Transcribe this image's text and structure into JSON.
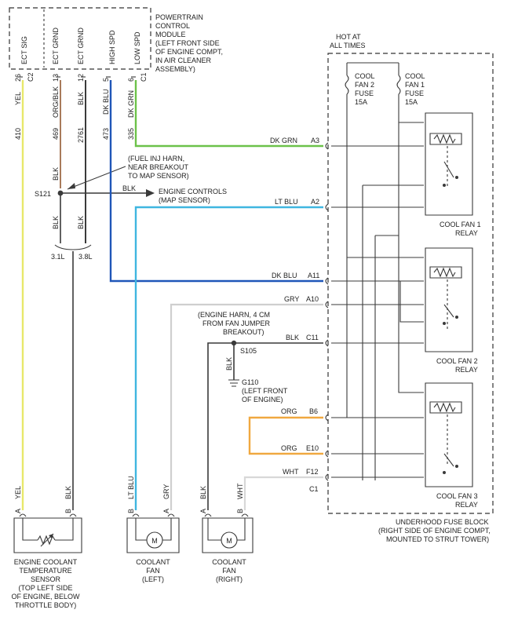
{
  "pcm": {
    "title_lines": [
      "POWERTRAIN",
      "CONTROL",
      "MODULE",
      "(LEFT FRONT SIDE",
      "OF ENGINE COMPT,",
      "IN AIR CLEANER",
      "ASSEMBLY)"
    ],
    "pins": [
      {
        "name": "ECT SIG",
        "pin": "26",
        "conn": "C2",
        "wire": "YEL",
        "circuit": "410"
      },
      {
        "name": "ECT GRND",
        "pin": "13",
        "conn": "",
        "wire": "ORG/BLK",
        "circuit": "469"
      },
      {
        "name": "ECT GRND",
        "pin": "12",
        "conn": "",
        "wire": "BLK",
        "circuit": "2761"
      },
      {
        "name": "HIGH SPD",
        "pin": "5",
        "conn": "",
        "wire": "DK BLU",
        "circuit": "473"
      },
      {
        "name": "LOW SPD",
        "pin": "6",
        "conn": "C1",
        "wire": "DK GRN",
        "circuit": "335"
      }
    ]
  },
  "hot_at_all_times": [
    "HOT AT",
    "ALL TIMES"
  ],
  "fuses": [
    {
      "lines": [
        "COOL",
        "FAN 2",
        "FUSE",
        "15A"
      ]
    },
    {
      "lines": [
        "COOL",
        "FAN 1",
        "FUSE",
        "15A"
      ]
    }
  ],
  "splice_s121": {
    "name": "S121",
    "note_lines": [
      "(FUEL INJ HARN,",
      "NEAR BREAKOUT",
      "TO MAP SENSOR)"
    ],
    "wire_up": "BLK",
    "wire_right": "BLK",
    "wire_down_1": "BLK",
    "wire_down_2": "BLK",
    "engine_1": "3.1L",
    "engine_2": "3.8L"
  },
  "engine_controls": [
    "ENGINE CONTROLS",
    "(MAP SENSOR)"
  ],
  "fuse_block_connections": [
    {
      "wire": "DK GRN",
      "pin": "A3"
    },
    {
      "wire": "LT BLU",
      "pin": "A2"
    },
    {
      "wire": "DK BLU",
      "pin": "A11"
    },
    {
      "wire": "GRY",
      "pin": "A10"
    },
    {
      "wire": "BLK",
      "pin": "C11"
    },
    {
      "wire": "ORG",
      "pin": "B6"
    },
    {
      "wire": "ORG",
      "pin": "E10"
    },
    {
      "wire": "WHT",
      "pin": "F12"
    },
    {
      "wire": "",
      "pin": "C1"
    }
  ],
  "splice_s105": {
    "name": "S105",
    "note_lines": [
      "(ENGINE HARN, 4 CM",
      "FROM FAN JUMPER",
      "BREAKOUT)"
    ],
    "wire": "BLK"
  },
  "ground_g110": {
    "name": "G110",
    "note_lines": [
      "(LEFT FRONT",
      "OF ENGINE)"
    ]
  },
  "relays": [
    {
      "lines": [
        "COOL FAN 1",
        "RELAY"
      ]
    },
    {
      "lines": [
        "COOL FAN 2",
        "RELAY"
      ]
    },
    {
      "lines": [
        "COOL FAN 3",
        "RELAY"
      ]
    }
  ],
  "fuse_block": [
    "UNDERHOOD FUSE BLOCK",
    "(RIGHT SIDE OF ENGINE COMPT,",
    "MOUNTED TO STRUT TOWER)"
  ],
  "components": [
    {
      "pin_a": "A",
      "pin_b": "B",
      "wire_a": "YEL",
      "wire_b": "BLK",
      "label_lines": [
        "ENGINE COOLANT",
        "TEMPERATURE",
        "SENSOR",
        "(TOP LEFT SIDE",
        "OF ENGINE, BELOW",
        "THROTTLE BODY)"
      ]
    },
    {
      "pin_a": "B",
      "pin_b": "A",
      "wire_a": "LT BLU",
      "wire_b": "GRY",
      "motor": "M",
      "label_lines": [
        "COOLANT",
        "FAN",
        "(LEFT)"
      ]
    },
    {
      "pin_a": "A",
      "pin_b": "B",
      "wire_a": "BLK",
      "wire_b": "WHT",
      "motor": "M",
      "label_lines": [
        "COOLANT",
        "FAN",
        "(RIGHT)"
      ]
    }
  ],
  "colors": {
    "yel": "#e8e86a",
    "dk_grn": "#6cc24a",
    "lt_blu": "#3fb6e0",
    "dk_blu": "#1f56b8",
    "org": "#f0a840",
    "gry": "#cfcfcf",
    "wht": "#d8d8d8",
    "blk": "#3a3a3a"
  }
}
